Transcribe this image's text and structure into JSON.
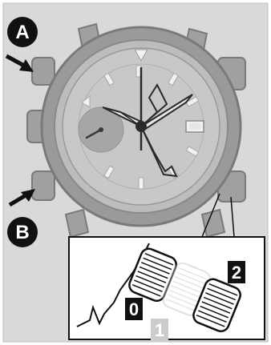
{
  "labels": {
    "button_a": "A",
    "button_b": "B",
    "position_0": "0",
    "position_1": "1",
    "position_2": "2"
  },
  "colors": {
    "background": "#d9d9d9",
    "case": "#9a9a9a",
    "case_outline": "#7a7a7a",
    "dial": "#c4c4c4",
    "subdial": "#a6a6a6",
    "hands": "#2a2a2a",
    "marker": "#f2f2f2",
    "label_circle": "#111111",
    "position_box": "#111111",
    "position_faded": "#cccccc"
  },
  "icons": [
    "arrow-icon",
    "crown-icon"
  ]
}
